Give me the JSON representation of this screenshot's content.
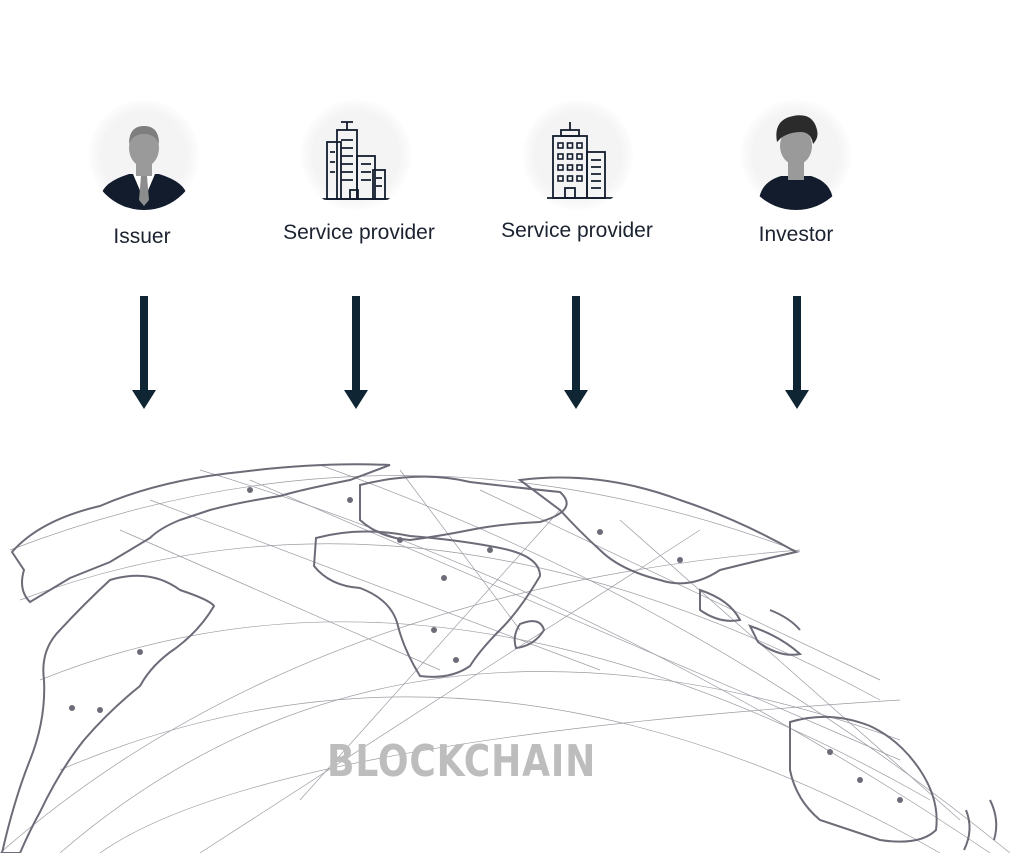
{
  "actors": [
    {
      "label": "Issuer",
      "icon": "businessman-icon"
    },
    {
      "label": "Service provider",
      "icon": "office-building-icon"
    },
    {
      "label": "Service provider",
      "icon": "office-tower-icon"
    },
    {
      "label": "Investor",
      "icon": "person-icon"
    }
  ],
  "network": {
    "label": "BLOCKCHAIN"
  },
  "colors": {
    "arrow": "#0f2533",
    "icon_dark": "#121c2d",
    "icon_gray": "#9a9a9a",
    "map_line": "#6c6c78",
    "label_gray": "#bdbdbd"
  }
}
